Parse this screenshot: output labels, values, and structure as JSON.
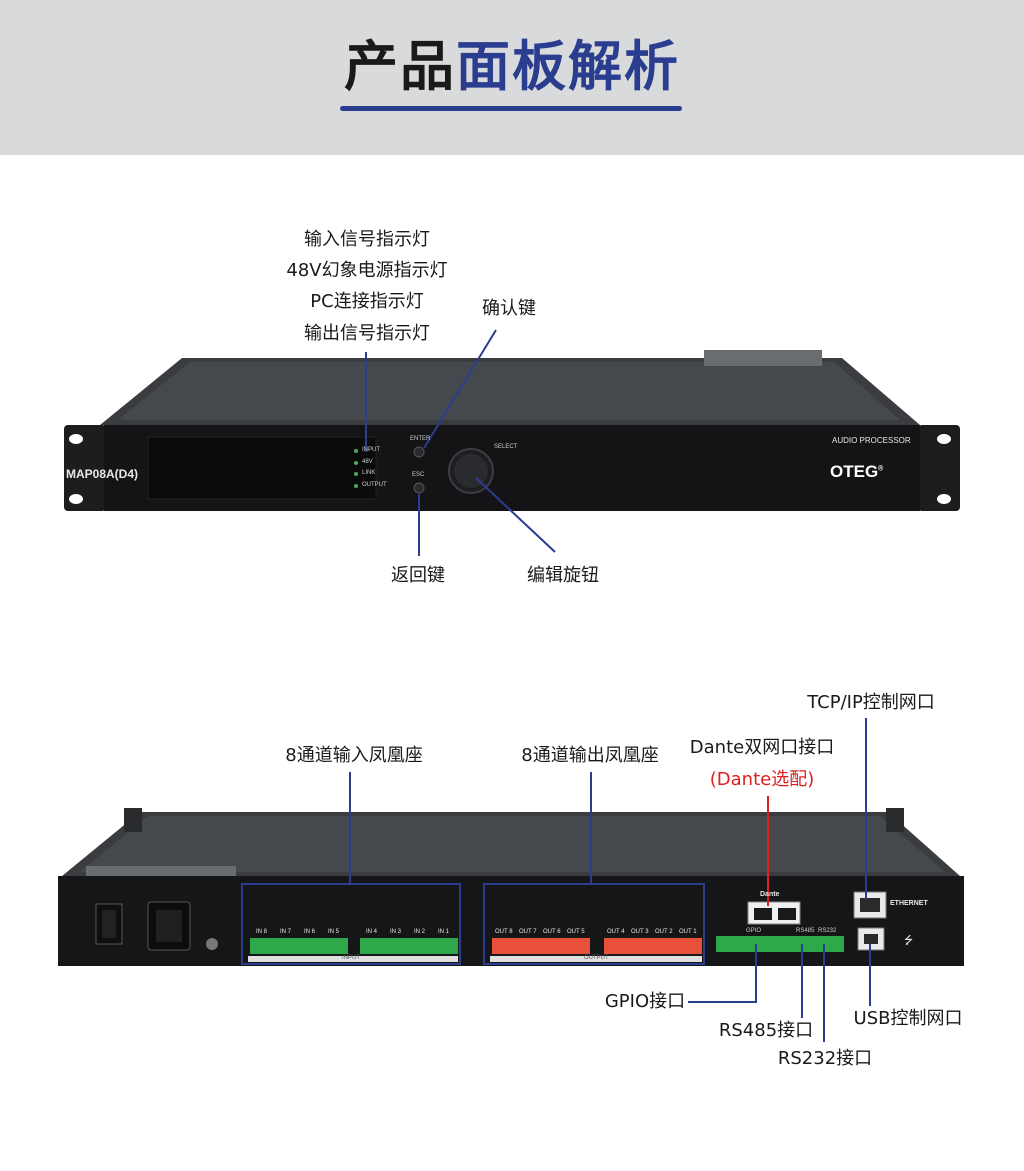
{
  "header": {
    "title_part1": "产品",
    "title_part2": "面板解析"
  },
  "front_labels": {
    "input_led": "输入信号指示灯",
    "phantom_led": "48V幻象电源指示灯",
    "pc_led": "PC连接指示灯",
    "output_led": "输出信号指示灯",
    "enter_key": "确认键",
    "esc_key": "返回键",
    "knob": "编辑旋钮"
  },
  "front_device": {
    "model": "MAP08A(D4)",
    "product_type": "AUDIO PROCESSOR",
    "brand": "OTEG",
    "brand_mark": "®",
    "led_labels": [
      "INPUT",
      "48V",
      "LINK",
      "OUTPUT"
    ],
    "enter": "ENTER",
    "esc": "ESC",
    "select": "SELECT"
  },
  "rear_labels": {
    "input_connectors": "8通道输入凤凰座",
    "output_connectors": "8通道输出凤凰座",
    "dante_ports": "Dante双网口接口",
    "dante_optional": "(Dante选配)",
    "tcpip_port": "TCP/IP控制网口",
    "gpio_port": "GPIO接口",
    "rs485_port": "RS485接口",
    "rs232_port": "RS232接口",
    "usb_port": "USB控制网口"
  },
  "rear_device": {
    "input_group": "INPUT",
    "output_group": "OUTPUT",
    "input_channels": [
      "IN 8",
      "IN 7",
      "IN 6",
      "IN 5",
      "IN 4",
      "IN 3",
      "IN 2",
      "IN 1"
    ],
    "output_channels": [
      "OUT 8",
      "OUT 7",
      "OUT 6",
      "OUT 5",
      "OUT 4",
      "OUT 3",
      "OUT 2",
      "OUT 1"
    ],
    "dante_logo": "Dante",
    "gpio": "GPIO",
    "rs485": "RS485",
    "rs232": "RS232",
    "ethernet": "ETHERNET"
  },
  "colors": {
    "accent_blue": "#2b3d8f",
    "note_red": "#e02020",
    "header_bg": "#d9dadb",
    "input_terminal": "#2ea84a",
    "output_terminal": "#e8503a"
  }
}
